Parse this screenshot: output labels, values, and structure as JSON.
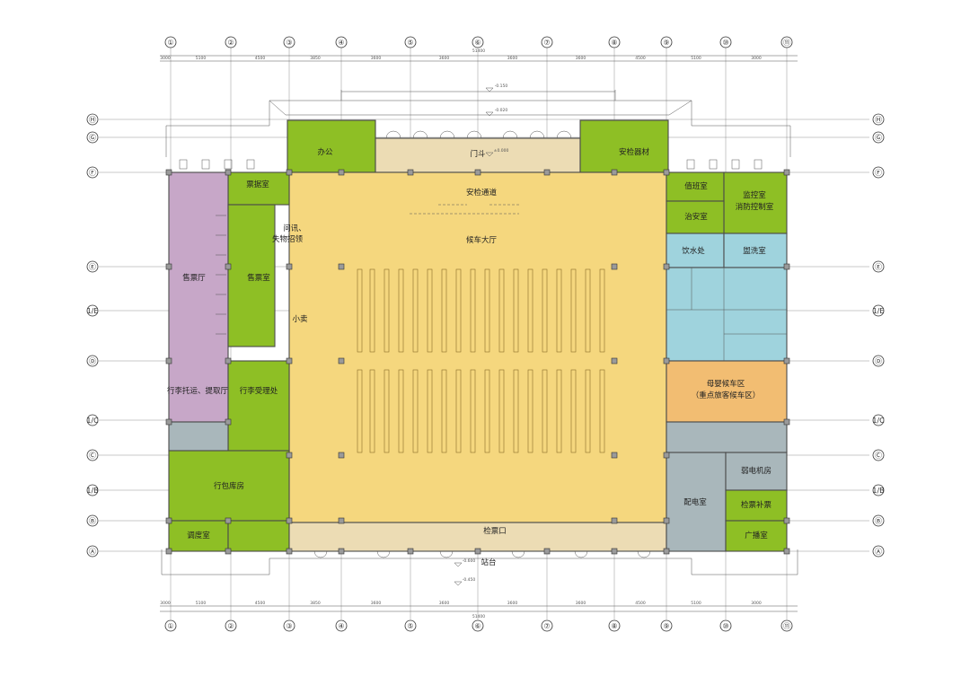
{
  "colors": {
    "green": "#8ebf25",
    "yellow": "#f5d77e",
    "beige": "#ecdcb4",
    "purple": "#c7a7c8",
    "cyan": "#9fd3dd",
    "orange": "#f2bd72",
    "grey": "#a9b7bb"
  },
  "axes": {
    "columns": [
      "①",
      "②",
      "③",
      "④",
      "⑤",
      "⑥",
      "⑦",
      "⑧",
      "⑨",
      "⑩",
      "⑪"
    ],
    "rows": [
      "Ⓗ",
      "Ⓖ",
      "Ⓕ",
      "Ⓔ",
      "1/E",
      "Ⓓ",
      "1/C",
      "Ⓒ",
      "1/B",
      "Ⓑ",
      "Ⓐ"
    ]
  },
  "dimensions": {
    "top_segments": [
      "3000",
      "5100",
      "4500",
      "3850",
      "3600",
      "3600",
      "3600",
      "3600",
      "4500",
      "5100",
      "3000"
    ],
    "top_total": "51400",
    "bottom_segments": [
      "3000",
      "5100",
      "4500",
      "3850",
      "3600",
      "3600",
      "3600",
      "3600",
      "4500",
      "5100",
      "3000"
    ],
    "bottom_total": "51400"
  },
  "elevations": {
    "top_outer": "-0.150",
    "top_inner": "-0.020",
    "entrance": "±0.000",
    "platform_1": "-0.600",
    "platform_2": "-0.450"
  },
  "rooms": {
    "office": "办公",
    "entrance_hall": "门斗",
    "security_equipment": "安检器材",
    "ticket_office_stock": "票据室",
    "ticket_hall": "售票厅",
    "ticket_room": "售票室",
    "enquiry": "问讯、",
    "lost_found": "失物招领",
    "waiting_hall": "候车大厅",
    "security_channel": "安检通道",
    "shop": "小卖",
    "duty_room": "值班室",
    "monitor_room": "监控室",
    "fire_control": "消防控制室",
    "police_room": "治安室",
    "water": "饮水处",
    "toilet": "盥洗室",
    "mother_baby_1": "母婴候车区",
    "mother_baby_2": "（重点旅客候车区）",
    "luggage_checkin": "行李托运、提取厅",
    "luggage_handling": "行李受理处",
    "luggage_store": "行包库房",
    "dispatch": "调度室",
    "ticket_gate": "检票口",
    "platform": "站台",
    "power_distribution": "配电室",
    "weak_current": "弱电机房",
    "ticket_supplement": "检票补票",
    "broadcast": "广播室"
  }
}
